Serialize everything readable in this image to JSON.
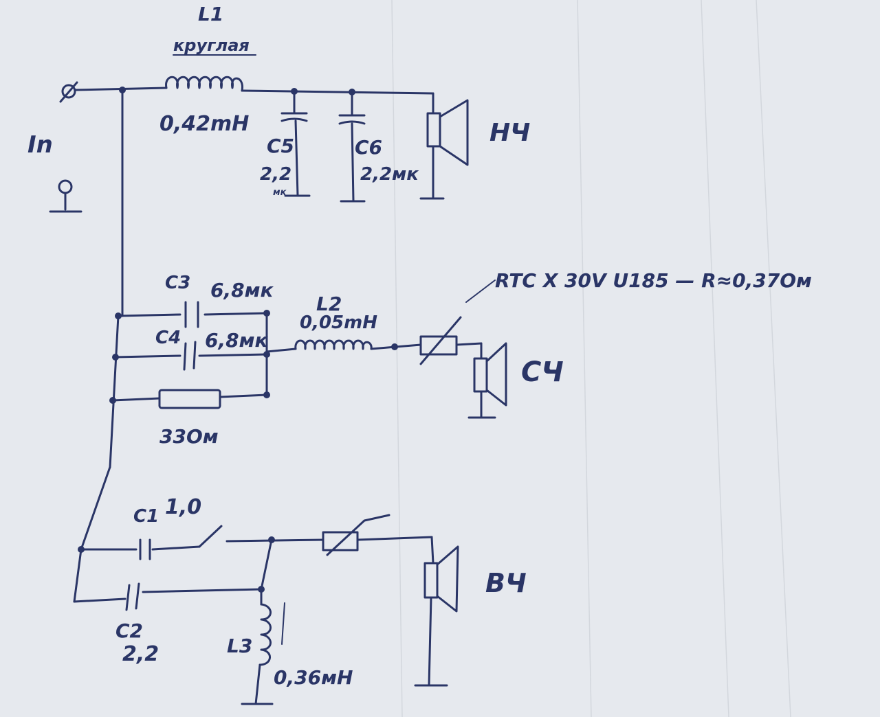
{
  "colors": {
    "paper": "#e6e9ee",
    "ink": "#2a3566"
  },
  "input": {
    "label": "In"
  },
  "woofer_section": {
    "inductor": {
      "name": "L1",
      "note": "круглая",
      "value": "0,42mH"
    },
    "capacitors": [
      {
        "name": "C5",
        "value": "2,2",
        "unit": "мк"
      },
      {
        "name": "C6",
        "value": "2,2мк"
      }
    ],
    "speaker_label": "НЧ"
  },
  "mid_section": {
    "capacitors": [
      {
        "name": "C3",
        "value": "6,8мк"
      },
      {
        "name": "C4",
        "value": "6,8мк"
      }
    ],
    "resistor_value": "33Ом",
    "inductor": {
      "name": "L2",
      "value": "0,05mH"
    },
    "ptc_note": "RTC X 30V U185 — R≈0,37Ом",
    "speaker_label": "СЧ"
  },
  "tweeter_section": {
    "capacitors": [
      {
        "name": "C1",
        "value": "1,0"
      },
      {
        "name": "C2",
        "value": "2,2"
      }
    ],
    "inductor": {
      "name": "L3",
      "value": "0,36мH"
    },
    "speaker_label": "ВЧ"
  }
}
